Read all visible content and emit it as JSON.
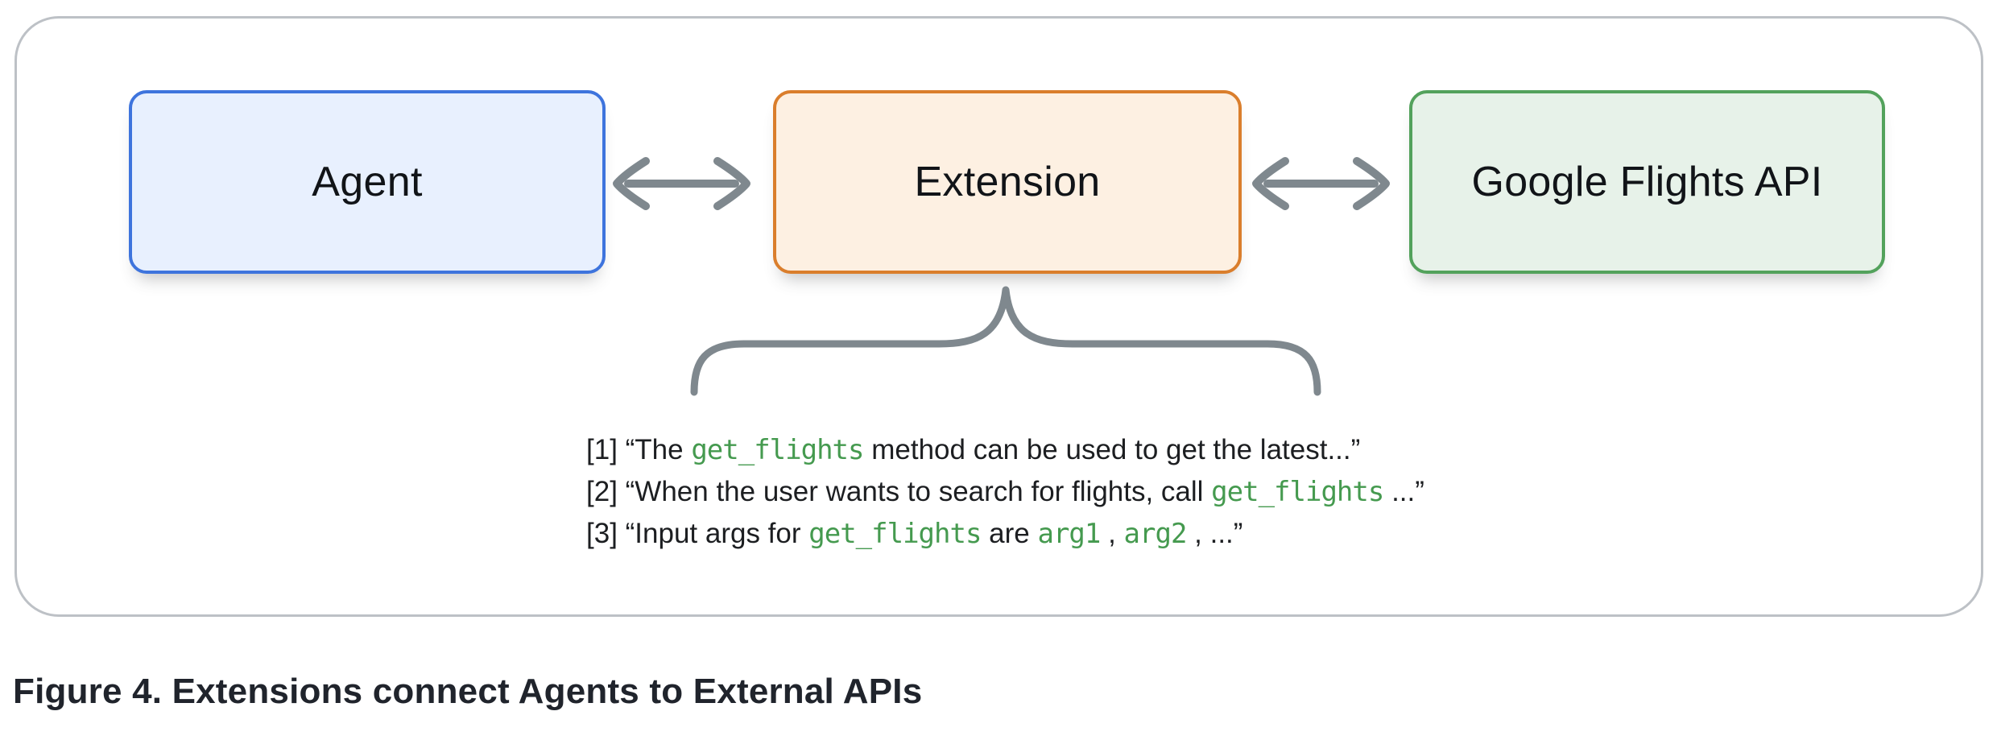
{
  "figure": {
    "caption": "Figure 4. Extensions connect Agents to External APIs",
    "panel": {
      "background": "#ffffff",
      "border_color": "#bdc1c6"
    },
    "boxes": [
      {
        "label": "Agent",
        "fill": "#e8f0fe",
        "border": "#3e74dd"
      },
      {
        "label": "Extension",
        "fill": "#fdf0e2",
        "border": "#da7e2c"
      },
      {
        "label": "Google Flights API",
        "fill": "#e7f2e9",
        "border": "#53a25c"
      }
    ],
    "connectors": {
      "color": "#7f888e",
      "agent_extension_arrow": "double-headed",
      "extension_api_arrow": "double-headed",
      "brace": "under Extension box, grouping annotations"
    },
    "annotations": {
      "code_color": "#459a4f",
      "lines": [
        {
          "segments": [
            {
              "type": "text",
              "text": "[1] “The "
            },
            {
              "type": "code",
              "text": "get_flights"
            },
            {
              "type": "text",
              "text": " method can be used to get the latest...”"
            }
          ]
        },
        {
          "segments": [
            {
              "type": "text",
              "text": "[2] “When the user wants to search for flights, call "
            },
            {
              "type": "code",
              "text": "get_flights"
            },
            {
              "type": "text",
              "text": " ...”"
            }
          ]
        },
        {
          "segments": [
            {
              "type": "text",
              "text": "[3] “Input args for "
            },
            {
              "type": "code",
              "text": "get_flights"
            },
            {
              "type": "text",
              "text": " are "
            },
            {
              "type": "code",
              "text": "arg1"
            },
            {
              "type": "text",
              "text": " , "
            },
            {
              "type": "code",
              "text": "arg2"
            },
            {
              "type": "text",
              "text": " , ...”"
            }
          ]
        }
      ]
    }
  }
}
